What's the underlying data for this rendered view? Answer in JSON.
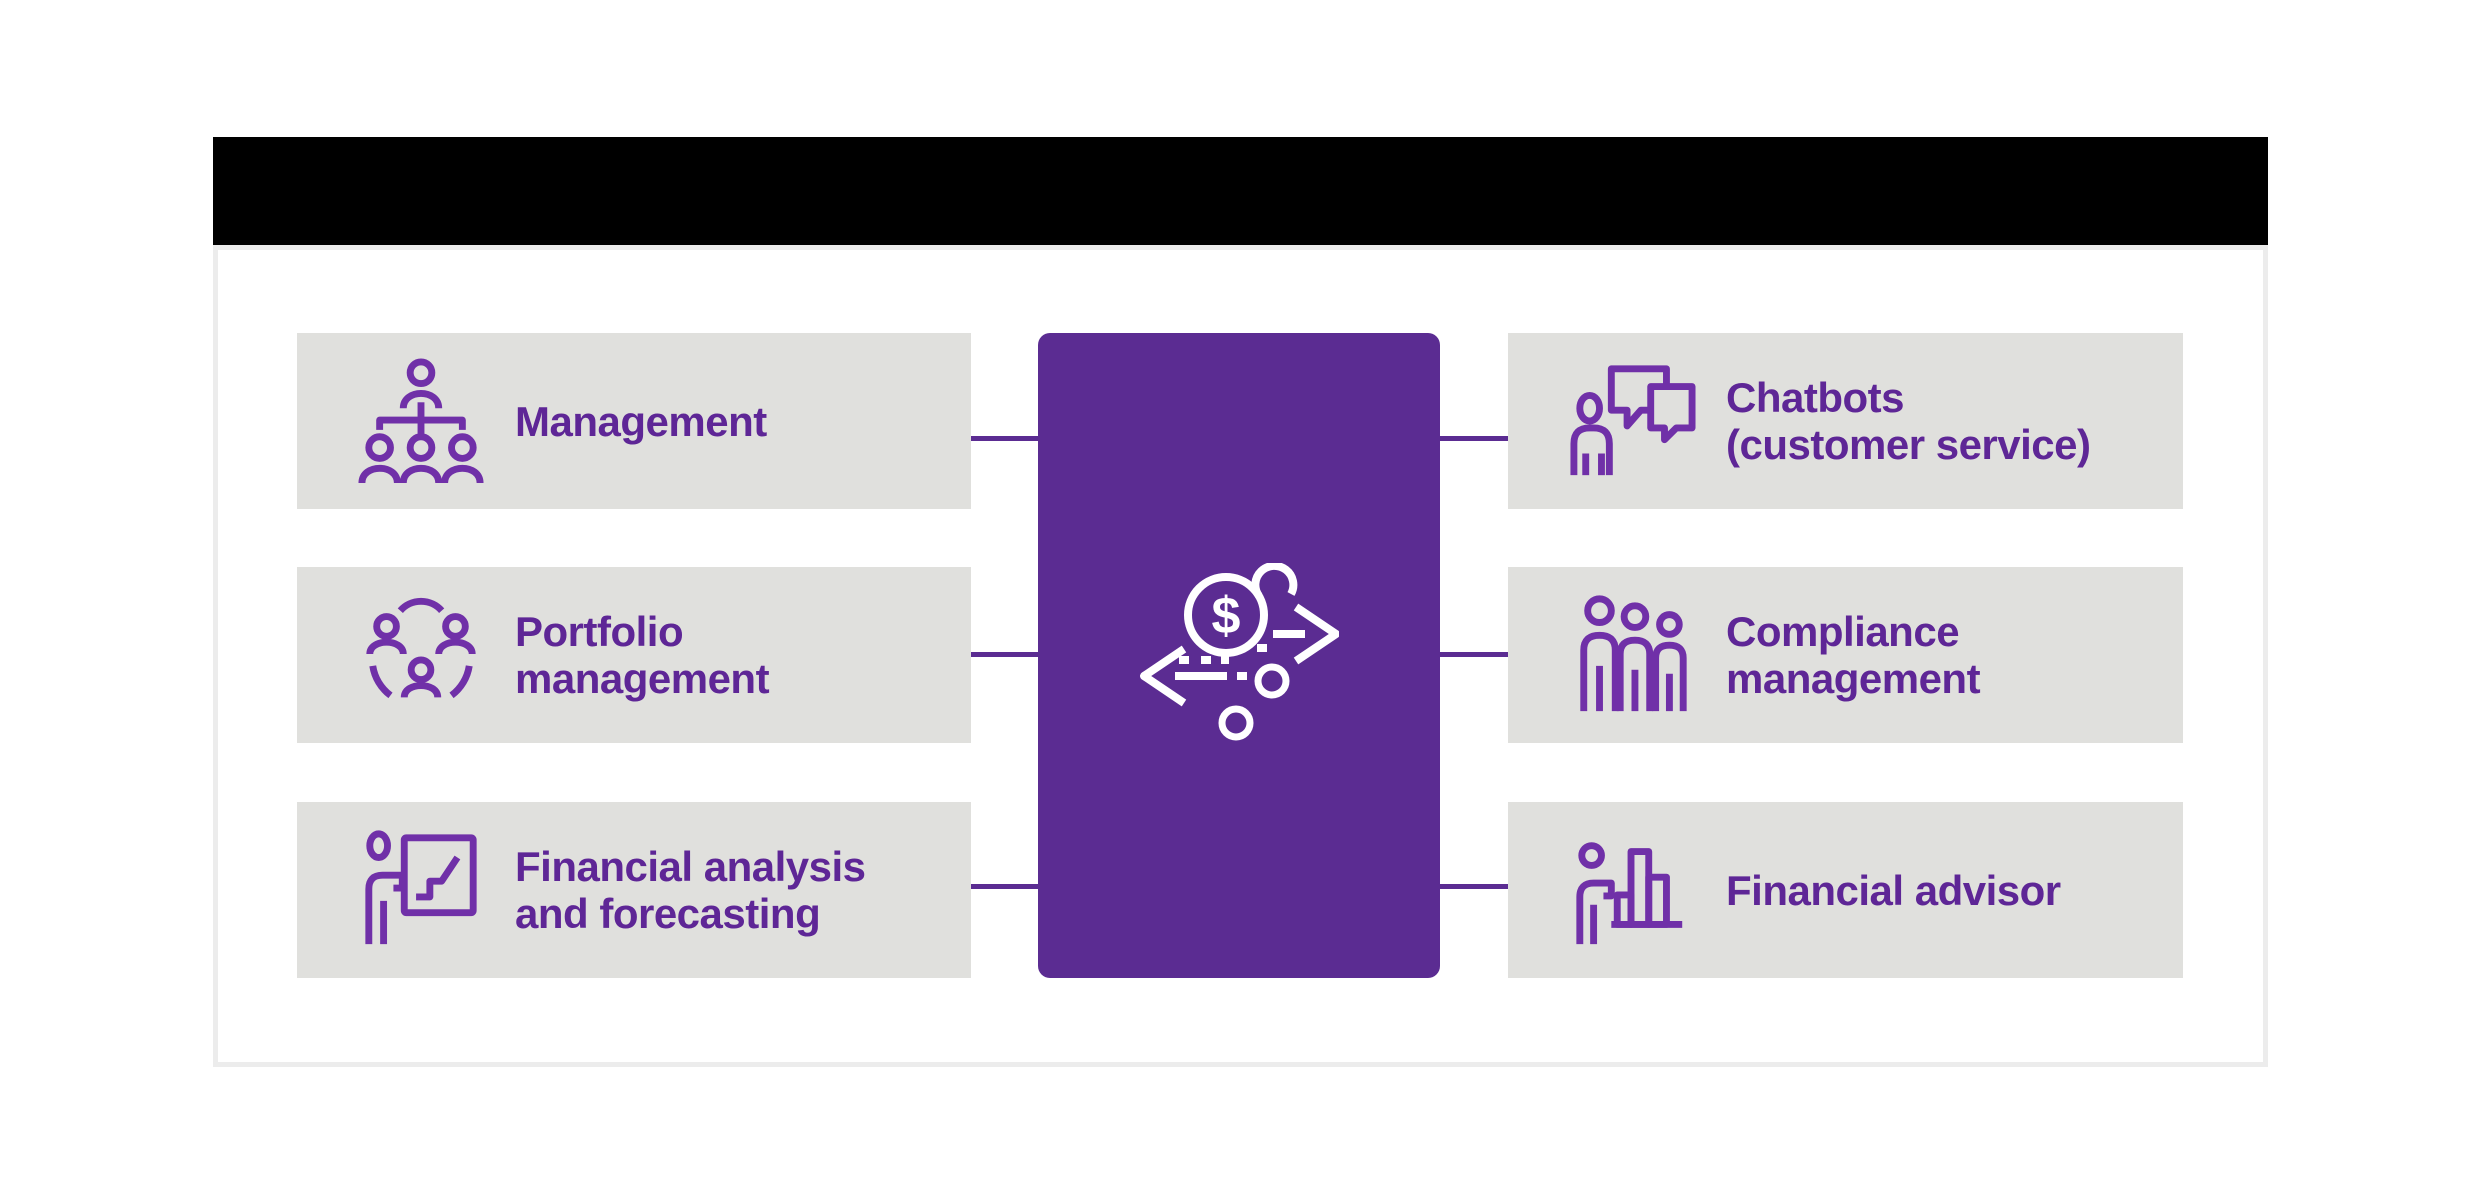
{
  "header": {
    "title": ""
  },
  "colors": {
    "page-bg": "#ffffff",
    "header-bar": "#000000",
    "panel-bg": "#ffffff",
    "panel-border": "#ececec",
    "box-bg": "#e0e0dd",
    "accent-purple": "#5b2c92",
    "icon-purple": "#7030a8",
    "label-purple": "#5e2696",
    "center-icon": "#ffffff"
  },
  "center": {
    "icon": "currency-exchange-icon",
    "dollar_sign": "$"
  },
  "boxes": {
    "left": [
      {
        "id": "management",
        "icon": "org-chart-icon",
        "lines": [
          "Management"
        ]
      },
      {
        "id": "portfolio-management",
        "icon": "people-network-icon",
        "lines": [
          "Portfolio",
          "management"
        ]
      },
      {
        "id": "financial-analysis-and-forecasting",
        "icon": "presenter-chart-icon",
        "lines": [
          "Financial analysis",
          "and forecasting"
        ]
      }
    ],
    "right": [
      {
        "id": "chatbots-customer-service",
        "icon": "person-chat-bubbles-icon",
        "lines": [
          "Chatbots",
          "(customer service)"
        ]
      },
      {
        "id": "compliance-management",
        "icon": "people-group-icon",
        "lines": [
          "Compliance",
          "management"
        ]
      },
      {
        "id": "financial-advisor",
        "icon": "person-bar-chart-icon",
        "lines": [
          "Financial advisor"
        ]
      }
    ]
  }
}
